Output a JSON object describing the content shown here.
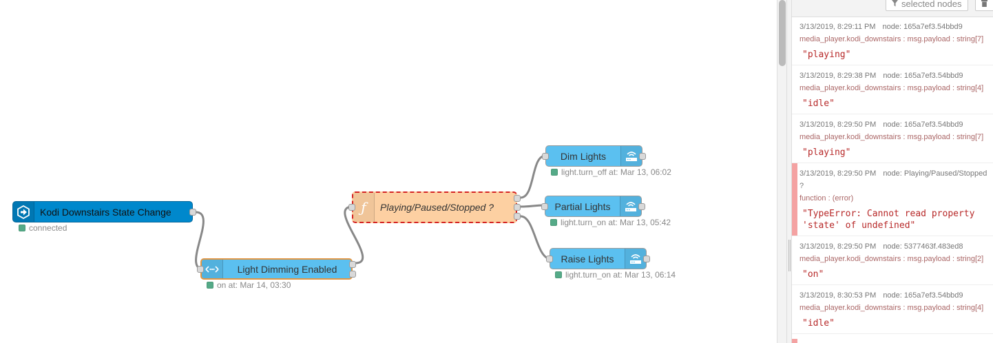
{
  "flow": {
    "wire_color": "#888888",
    "nodes": {
      "kodi": {
        "label": "Kodi Downstairs State Change",
        "color": "#0088cc",
        "icon": "arrow-in-hexagon-icon",
        "status": "connected"
      },
      "dimming": {
        "label": "Light Dimming Enabled",
        "color": "#5bc0f0",
        "icon": "switch-arrows-icon",
        "status": "on at: Mar 14, 03:30"
      },
      "function": {
        "label": "Playing/Paused/Stopped ?",
        "color": "#fdd0a2",
        "icon": "function-icon"
      },
      "dim": {
        "label": "Dim Lights",
        "color": "#5bc0f0",
        "icon": "wifi-router-icon",
        "status": "light.turn_off at: Mar 13, 06:02"
      },
      "partial": {
        "label": "Partial Lights",
        "color": "#5bc0f0",
        "icon": "wifi-router-icon",
        "status": "light.turn_on at: Mar 13, 05:42"
      },
      "raise": {
        "label": "Raise Lights",
        "color": "#5bc0f0",
        "icon": "wifi-router-icon",
        "status": "light.turn_on at: Mar 13, 06:14"
      }
    }
  },
  "sidebar": {
    "toolbar": {
      "filter_label": "selected nodes",
      "filter_icon": "funnel-icon",
      "clear_icon": "trash-icon"
    },
    "error_color": "#f4a2a2",
    "messages": [
      {
        "time": "3/13/2019, 8:29:11 PM",
        "node": "node: 165a7ef3.54bbd9",
        "topic": "media_player.kodi_downstairs : msg.payload : string[7]",
        "payload": "\"playing\"",
        "error": false
      },
      {
        "time": "3/13/2019, 8:29:38 PM",
        "node": "node: 165a7ef3.54bbd9",
        "topic": "media_player.kodi_downstairs : msg.payload : string[4]",
        "payload": "\"idle\"",
        "error": false
      },
      {
        "time": "3/13/2019, 8:29:50 PM",
        "node": "node: 165a7ef3.54bbd9",
        "topic": "media_player.kodi_downstairs : msg.payload : string[7]",
        "payload": "\"playing\"",
        "error": false
      },
      {
        "time": "3/13/2019, 8:29:50 PM",
        "node": "node: Playing/Paused/Stopped ?",
        "topic": "function : (error)",
        "payload": "\"TypeError: Cannot read property 'state' of undefined\"",
        "error": true
      },
      {
        "time": "3/13/2019, 8:29:50 PM",
        "node": "node: 5377463f.483ed8",
        "topic": "media_player.kodi_downstairs : msg.payload : string[2]",
        "payload": "\"on\"",
        "error": false
      },
      {
        "time": "3/13/2019, 8:30:53 PM",
        "node": "node: 165a7ef3.54bbd9",
        "topic": "media_player.kodi_downstairs : msg.payload : string[4]",
        "payload": "\"idle\"",
        "error": false
      }
    ]
  }
}
